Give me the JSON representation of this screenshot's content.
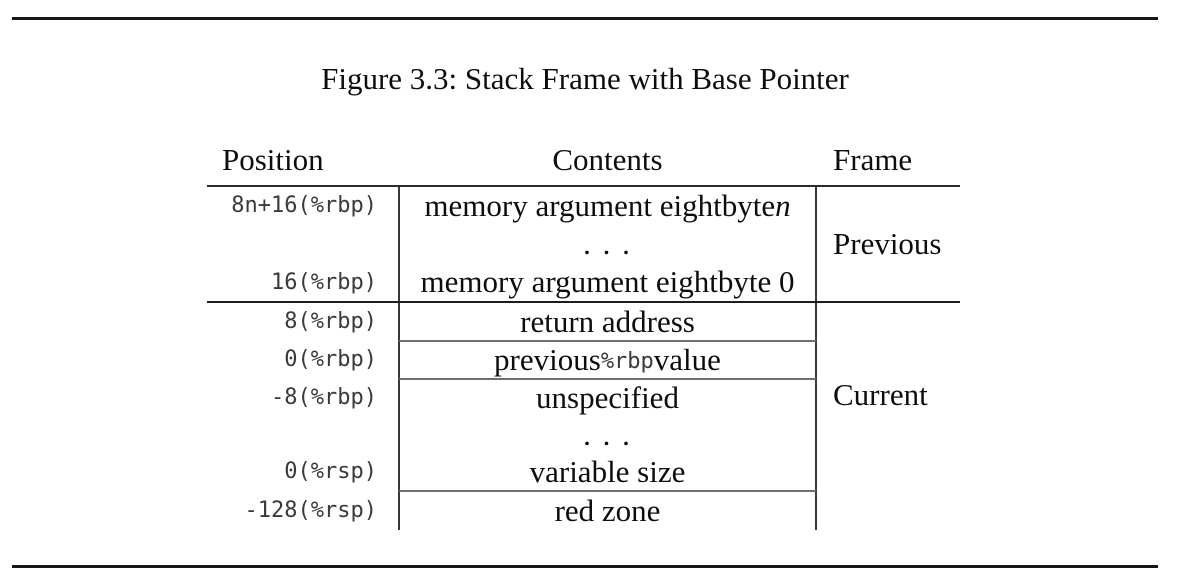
{
  "figure": {
    "caption": "Figure 3.3: Stack Frame with Base Pointer"
  },
  "table": {
    "headers": {
      "position": "Position",
      "contents": "Contents",
      "frame": "Frame"
    },
    "ellipsis": ". . .",
    "sections": [
      {
        "frame_label": "Previous",
        "rows": [
          {
            "position": "8n+16(%rbp)",
            "contents_prefix": "memory argument eightbyte ",
            "contents_var": "n"
          },
          {
            "position": "",
            "contents": ". . ."
          },
          {
            "position": "16(%rbp)",
            "contents": "memory argument eightbyte 0"
          }
        ]
      },
      {
        "frame_label": "Current",
        "rows": [
          {
            "position": "8(%rbp)",
            "contents": "return address"
          },
          {
            "position": "0(%rbp)",
            "contents_prefix": "previous ",
            "contents_code": "%rbp",
            "contents_suffix": " value"
          },
          {
            "position": "-8(%rbp)",
            "contents": "unspecified"
          },
          {
            "position": "",
            "contents": ". . ."
          },
          {
            "position": "0(%rsp)",
            "contents": "variable size"
          },
          {
            "position": "-128(%rsp)",
            "contents": "red zone"
          }
        ]
      }
    ]
  },
  "colors": {
    "page_rule": "#171717",
    "table_rule": "#2b2b2b",
    "inner_rule": "#6e6e6e",
    "text": "#0d0d0d",
    "mono_text": "#3a3a3a"
  }
}
